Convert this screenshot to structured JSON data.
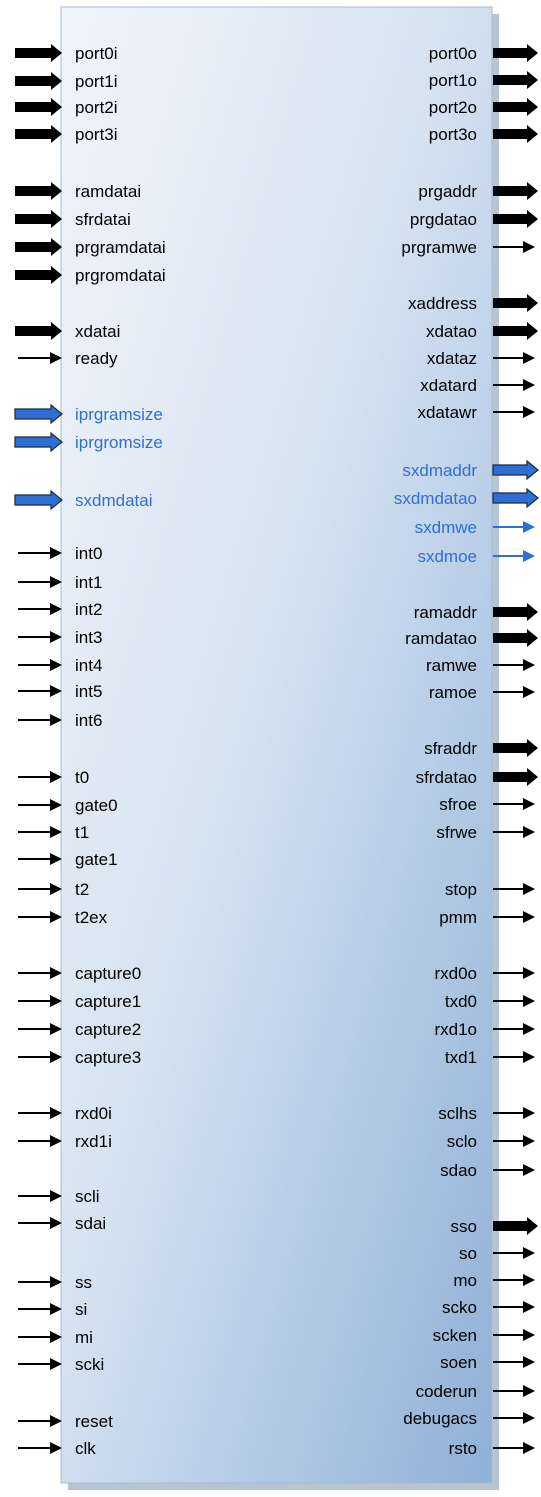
{
  "colors": {
    "black": "#000000",
    "blue": "#2E6FD6",
    "block_light": "#E7EEF8",
    "block_dark": "#8FB0D6",
    "shadow": "#B7C4D4"
  },
  "block": {
    "inputs": [
      {
        "label": "port0i",
        "kind": "bus",
        "color": "black"
      },
      {
        "label": "port1i",
        "kind": "bus",
        "color": "black"
      },
      {
        "label": "port2i",
        "kind": "bus",
        "color": "black"
      },
      {
        "label": "port3i",
        "kind": "bus",
        "color": "black"
      },
      {
        "label": "ramdatai",
        "kind": "bus",
        "color": "black"
      },
      {
        "label": "sfrdatai",
        "kind": "bus",
        "color": "black"
      },
      {
        "label": "prgramdatai",
        "kind": "bus",
        "color": "black"
      },
      {
        "label": "prgromdatai",
        "kind": "bus",
        "color": "black"
      },
      {
        "label": "xdatai",
        "kind": "bus",
        "color": "black"
      },
      {
        "label": "ready",
        "kind": "wire",
        "color": "black"
      },
      {
        "label": "iprgramsize",
        "kind": "bus",
        "color": "blue"
      },
      {
        "label": "iprgromsize",
        "kind": "bus",
        "color": "blue"
      },
      {
        "label": "sxdmdatai",
        "kind": "bus",
        "color": "blue"
      },
      {
        "label": "int0",
        "kind": "wire",
        "color": "black"
      },
      {
        "label": "int1",
        "kind": "wire",
        "color": "black"
      },
      {
        "label": "int2",
        "kind": "wire",
        "color": "black"
      },
      {
        "label": "int3",
        "kind": "wire",
        "color": "black"
      },
      {
        "label": "int4",
        "kind": "wire",
        "color": "black"
      },
      {
        "label": "int5",
        "kind": "wire",
        "color": "black"
      },
      {
        "label": "int6",
        "kind": "wire",
        "color": "black"
      },
      {
        "label": "t0",
        "kind": "wire",
        "color": "black"
      },
      {
        "label": "gate0",
        "kind": "wire",
        "color": "black"
      },
      {
        "label": "t1",
        "kind": "wire",
        "color": "black"
      },
      {
        "label": "gate1",
        "kind": "wire",
        "color": "black"
      },
      {
        "label": "t2",
        "kind": "wire",
        "color": "black"
      },
      {
        "label": "t2ex",
        "kind": "wire",
        "color": "black"
      },
      {
        "label": "capture0",
        "kind": "wire",
        "color": "black"
      },
      {
        "label": "capture1",
        "kind": "wire",
        "color": "black"
      },
      {
        "label": "capture2",
        "kind": "wire",
        "color": "black"
      },
      {
        "label": "capture3",
        "kind": "wire",
        "color": "black"
      },
      {
        "label": "rxd0i",
        "kind": "wire",
        "color": "black"
      },
      {
        "label": "rxd1i",
        "kind": "wire",
        "color": "black"
      },
      {
        "label": "scli",
        "kind": "wire",
        "color": "black"
      },
      {
        "label": "sdai",
        "kind": "wire",
        "color": "black"
      },
      {
        "label": "ss",
        "kind": "wire",
        "color": "black"
      },
      {
        "label": "si",
        "kind": "wire",
        "color": "black"
      },
      {
        "label": "mi",
        "kind": "wire",
        "color": "black"
      },
      {
        "label": "scki",
        "kind": "wire",
        "color": "black"
      },
      {
        "label": "reset",
        "kind": "wire",
        "color": "black"
      },
      {
        "label": "clk",
        "kind": "wire",
        "color": "black"
      }
    ],
    "outputs": [
      {
        "label": "port0o",
        "kind": "bus",
        "color": "black"
      },
      {
        "label": "port1o",
        "kind": "bus",
        "color": "black"
      },
      {
        "label": "port2o",
        "kind": "bus",
        "color": "black"
      },
      {
        "label": "port3o",
        "kind": "bus",
        "color": "black"
      },
      {
        "label": "prgaddr",
        "kind": "bus",
        "color": "black"
      },
      {
        "label": "prgdatao",
        "kind": "bus",
        "color": "black"
      },
      {
        "label": "prgramwe",
        "kind": "wire",
        "color": "black"
      },
      {
        "label": "xaddress",
        "kind": "bus",
        "color": "black"
      },
      {
        "label": "xdatao",
        "kind": "bus",
        "color": "black"
      },
      {
        "label": "xdataz",
        "kind": "wire",
        "color": "black"
      },
      {
        "label": "xdatard",
        "kind": "wire",
        "color": "black"
      },
      {
        "label": "xdatawr",
        "kind": "wire",
        "color": "black"
      },
      {
        "label": "sxdmaddr",
        "kind": "bus",
        "color": "blue"
      },
      {
        "label": "sxdmdatao",
        "kind": "bus",
        "color": "blue"
      },
      {
        "label": "sxdmwe",
        "kind": "wire",
        "color": "blue"
      },
      {
        "label": "sxdmoe",
        "kind": "wire",
        "color": "blue"
      },
      {
        "label": "ramaddr",
        "kind": "bus",
        "color": "black"
      },
      {
        "label": "ramdatao",
        "kind": "bus",
        "color": "black"
      },
      {
        "label": "ramwe",
        "kind": "wire",
        "color": "black"
      },
      {
        "label": "ramoe",
        "kind": "wire",
        "color": "black"
      },
      {
        "label": "sfraddr",
        "kind": "bus",
        "color": "black"
      },
      {
        "label": "sfrdatao",
        "kind": "bus",
        "color": "black"
      },
      {
        "label": "sfroe",
        "kind": "wire",
        "color": "black"
      },
      {
        "label": "sfrwe",
        "kind": "wire",
        "color": "black"
      },
      {
        "label": "stop",
        "kind": "wire",
        "color": "black"
      },
      {
        "label": "pmm",
        "kind": "wire",
        "color": "black"
      },
      {
        "label": "rxd0o",
        "kind": "wire",
        "color": "black"
      },
      {
        "label": "txd0",
        "kind": "wire",
        "color": "black"
      },
      {
        "label": "rxd1o",
        "kind": "wire",
        "color": "black"
      },
      {
        "label": "txd1",
        "kind": "wire",
        "color": "black"
      },
      {
        "label": "sclhs",
        "kind": "wire",
        "color": "black"
      },
      {
        "label": "sclo",
        "kind": "wire",
        "color": "black"
      },
      {
        "label": "sdao",
        "kind": "wire",
        "color": "black"
      },
      {
        "label": "sso",
        "kind": "bus",
        "color": "black"
      },
      {
        "label": "so",
        "kind": "wire",
        "color": "black"
      },
      {
        "label": "mo",
        "kind": "wire",
        "color": "black"
      },
      {
        "label": "scko",
        "kind": "wire",
        "color": "black"
      },
      {
        "label": "scken",
        "kind": "wire",
        "color": "black"
      },
      {
        "label": "soen",
        "kind": "wire",
        "color": "black"
      },
      {
        "label": "coderun",
        "kind": "wire",
        "color": "black"
      },
      {
        "label": "debugacs",
        "kind": "wire",
        "color": "black"
      },
      {
        "label": "rsto",
        "kind": "wire",
        "color": "black"
      }
    ]
  }
}
